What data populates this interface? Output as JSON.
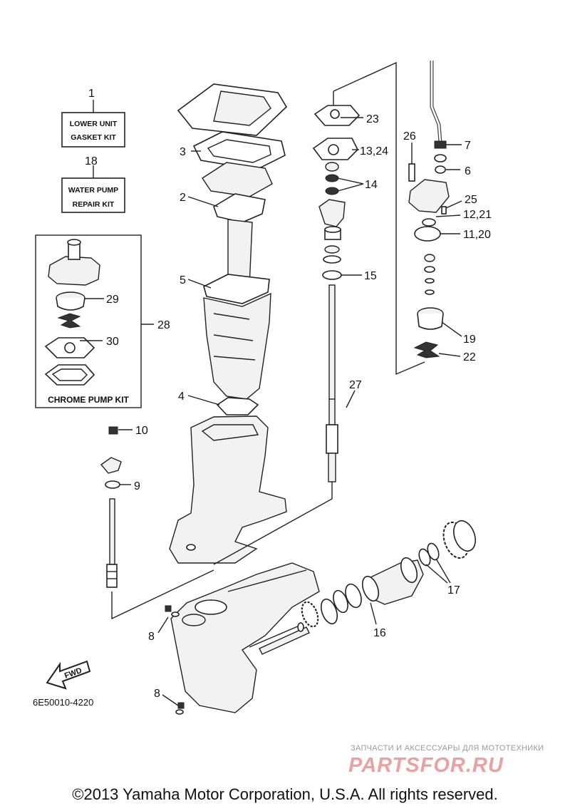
{
  "labels": {
    "p1": "1",
    "p18": "18",
    "p2": "2",
    "p3": "3",
    "p4": "4",
    "p5": "5",
    "p6": "6",
    "p7": "7",
    "p8a": "8",
    "p8b": "8",
    "p9": "9",
    "p10": "10",
    "p11_20": "11,20",
    "p12_21": "12,21",
    "p13_24": "13,24",
    "p14": "14",
    "p15": "15",
    "p16": "16",
    "p17": "17",
    "p19": "19",
    "p22": "22",
    "p23": "23",
    "p25": "25",
    "p26": "26",
    "p27": "27",
    "p28": "28",
    "p29": "29",
    "p30": "30"
  },
  "kits": {
    "lower_unit_line1": "LOWER UNIT",
    "lower_unit_line2": "GASKET KIT",
    "water_pump_line1": "WATER PUMP",
    "water_pump_line2": "REPAIR KIT",
    "chrome_pump": "CHROME PUMP KIT"
  },
  "fwd": "FWD",
  "diagram_code": "6E50010-4220",
  "watermark_small": "ЗАПЧАСТИ И АКСЕССУАРЫ ДЛЯ МОТОТЕХНИКИ",
  "watermark_logo": "PARTSFOR.RU",
  "copyright": "©2013 Yamaha Motor Corporation, U.S.A. All rights reserved."
}
